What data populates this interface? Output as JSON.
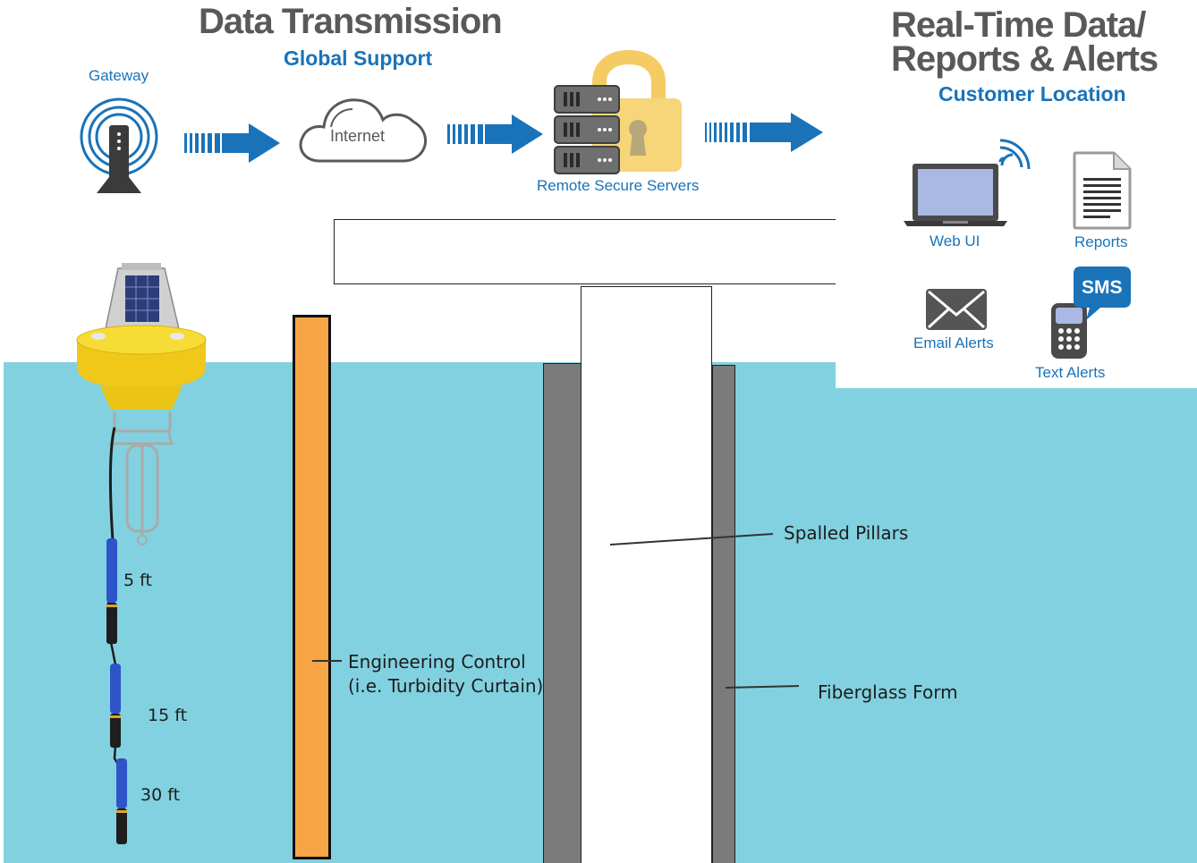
{
  "header": {
    "title": "Data Transmission",
    "subtitle": "Global Support"
  },
  "flow": {
    "gateway_label": "Gateway",
    "internet_label": "Internet",
    "servers_label": "Remote Secure Servers"
  },
  "customer": {
    "title_line1": "Real-Time Data/",
    "title_line2": "Reports & Alerts",
    "subtitle": "Customer Location",
    "web_ui_label": "Web UI",
    "reports_label": "Reports",
    "email_label": "Email Alerts",
    "sms_badge": "SMS",
    "text_label": "Text Alerts"
  },
  "sensors": {
    "depth_1": "5 ft",
    "depth_2": "15 ft",
    "depth_3": "30 ft"
  },
  "annotations": {
    "curtain_line1": "Engineering Control",
    "curtain_line2": "(i.e. Turbidity Curtain)",
    "pillars": "Spalled Pillars",
    "form": "Fiberglass Form"
  },
  "colors": {
    "water": "#82d1e0",
    "accent_blue": "#1a73b9",
    "curtain_orange": "#f7a546",
    "buoy_yellow": "#f5d11d",
    "form_gray": "#7b7b7b",
    "title_gray": "#58595b"
  }
}
